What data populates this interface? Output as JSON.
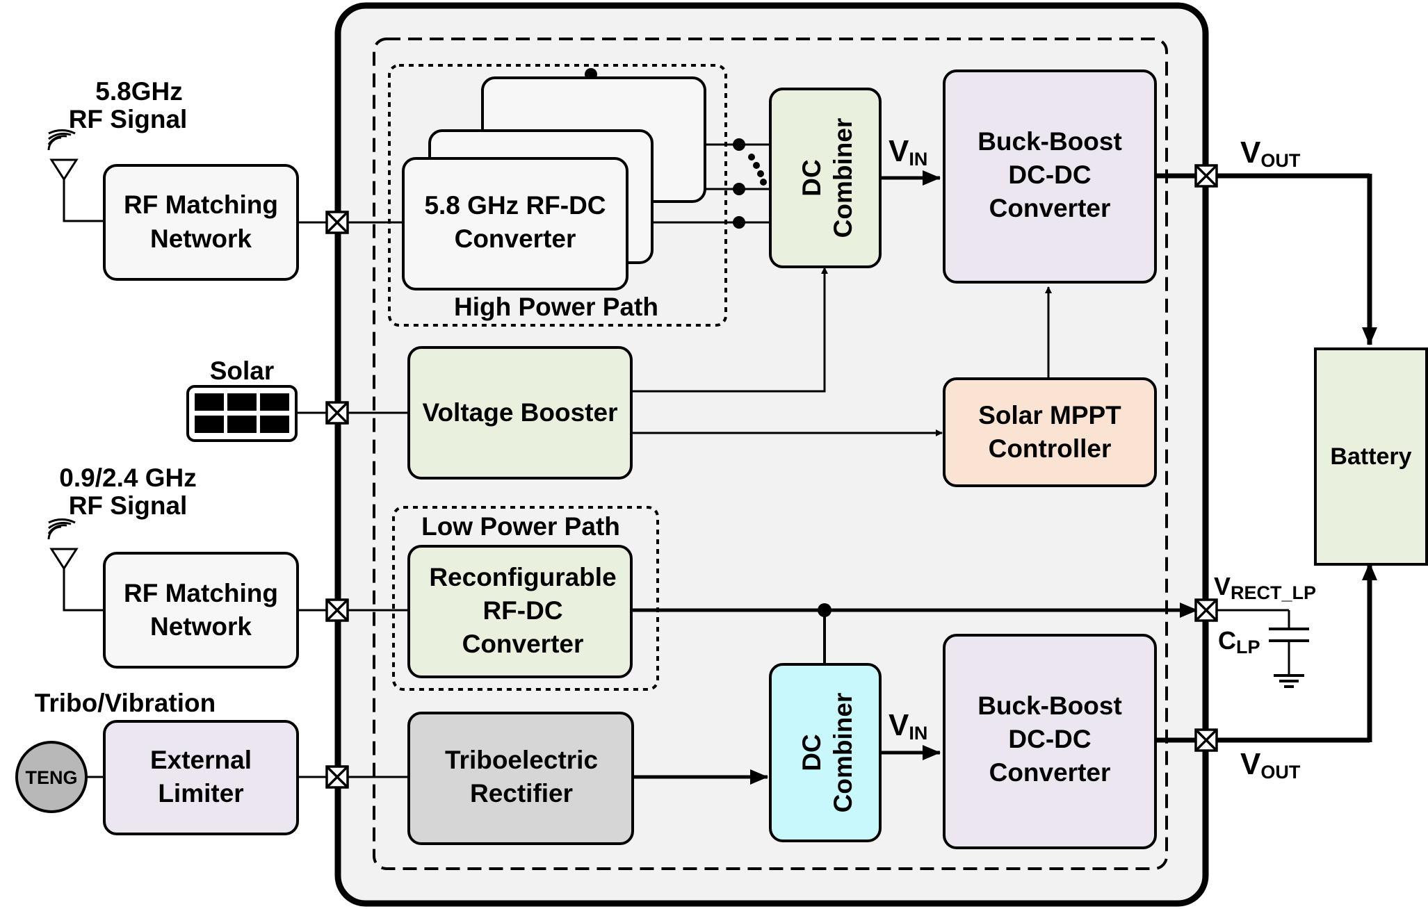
{
  "inputs": {
    "rf_high": {
      "line1": "5.8GHz",
      "line2": "RF Signal"
    },
    "solar": {
      "label": "Solar"
    },
    "rf_low": {
      "line1": "0.9/2.4 GHz",
      "line2": "RF Signal"
    },
    "tribo": {
      "label": "Tribo/Vibration",
      "teng": "TENG"
    }
  },
  "blocks": {
    "rf_matching_top": {
      "line1": "RF Matching",
      "line2": "Network"
    },
    "rf_matching_bottom": {
      "line1": "RF Matching",
      "line2": "Network"
    },
    "external_limiter": {
      "line1": "External",
      "line2": "Limiter"
    },
    "rfdc_58": {
      "line1": "5.8 GHz RF-DC",
      "line2": "Converter"
    },
    "high_power_path": {
      "label": "High Power Path"
    },
    "dc_combiner_top": {
      "line1": "DC",
      "line2": "Combiner"
    },
    "buck_boost_top": {
      "line1": "Buck-Boost",
      "line2": "DC-DC",
      "line3": "Converter"
    },
    "voltage_booster": {
      "label": "Voltage Booster"
    },
    "solar_mppt": {
      "line1": "Solar MPPT",
      "line2": "Controller"
    },
    "low_power_path": {
      "label": "Low Power Path"
    },
    "reconfig_rfdc": {
      "line1": "Reconfigurable",
      "line2": "RF-DC",
      "line3": "Converter"
    },
    "tribo_rectifier": {
      "line1": "Triboelectric",
      "line2": "Rectifier"
    },
    "dc_combiner_bottom": {
      "line1": "DC",
      "line2": "Combiner"
    },
    "buck_boost_bottom": {
      "line1": "Buck-Boost",
      "line2": "DC-DC",
      "line3": "Converter"
    },
    "battery": {
      "label": "Battery"
    }
  },
  "signals": {
    "vin_top": {
      "main": "V",
      "sub": "IN"
    },
    "vin_bottom": {
      "main": "V",
      "sub": "IN"
    },
    "vout_top": {
      "main": "V",
      "sub": "OUT"
    },
    "vout_bottom": {
      "main": "V",
      "sub": "OUT"
    },
    "vrect_lp": {
      "main": "V",
      "sub": "RECT_LP"
    },
    "clp": {
      "main": "C",
      "sub": "LP"
    }
  },
  "colors": {
    "chip_bg": "#f2f2f2",
    "white_block": "#f7f7f7",
    "green_block": "#e9f0de",
    "purple_block": "#ebe6f0",
    "orange_block": "#fbe3d3",
    "gray_block": "#d6d6d6",
    "cyan_block": "#c8f8fc",
    "teng_fill": "#b8b8b8"
  }
}
